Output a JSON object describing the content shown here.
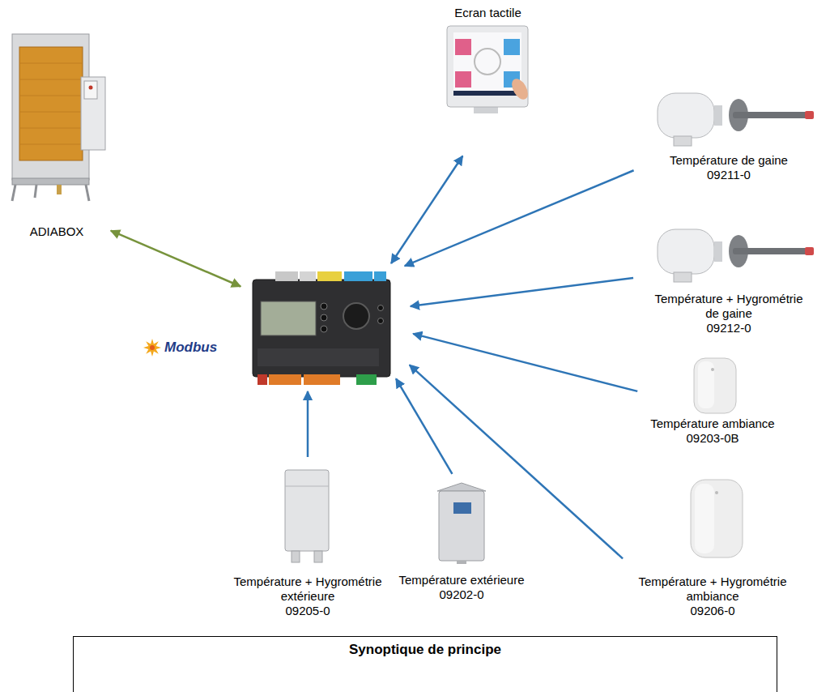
{
  "diagram": {
    "caption": "Synoptique de principe",
    "nodes": [
      {
        "text": [
          "Ecran tactile"
        ]
      },
      {
        "text": [
          "ADIABOX"
        ]
      },
      {
        "text": [
          "Température de gaine",
          "09211-0"
        ]
      },
      {
        "text": [
          "Modbus"
        ]
      },
      {
        "text": [
          "Température + Hygrométrie de gaine",
          "09212-0"
        ]
      },
      {
        "text": [
          "Température ambiance",
          "09203-0B"
        ]
      },
      {
        "text": [
          "Température + Hygrométrie ambiance",
          "09206-0"
        ]
      },
      {
        "text": [
          "Température extérieure",
          "09202-0"
        ]
      },
      {
        "text": [
          "Température + Hygrométrie extérieure",
          "09205-0"
        ]
      }
    ],
    "edges": [
      {
        "from": 1,
        "to": 3,
        "arrow": "both"
      },
      {
        "from": 0,
        "to": 3,
        "arrow": "both"
      },
      {
        "from": 2,
        "to": 3,
        "arrow": "to"
      },
      {
        "from": 4,
        "to": 3,
        "arrow": "to"
      },
      {
        "from": 5,
        "to": 3,
        "arrow": "to"
      },
      {
        "from": 6,
        "to": 3,
        "arrow": "to"
      },
      {
        "from": 7,
        "to": 3,
        "arrow": "to"
      },
      {
        "from": 8,
        "to": 3,
        "arrow": "to"
      }
    ]
  }
}
